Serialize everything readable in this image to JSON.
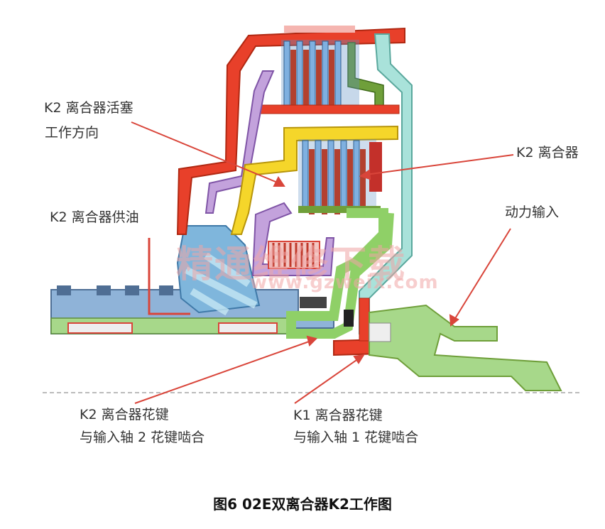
{
  "labels": {
    "piston_direction_1": "K2 离合器活塞",
    "piston_direction_2": "工作方向",
    "k2_clutch": "K2 离合器",
    "k2_oil_supply": "K2 离合器供油",
    "power_input": "动力输入",
    "k2_spline_1": "K2 离合器花键",
    "k2_spline_2": "与输入轴 2 花键啮合",
    "k1_spline_1": "K1 离合器花键",
    "k1_spline_2": "与输入轴 1 花键啮合"
  },
  "watermark": {
    "cn": "精通维修下载",
    "url": "www.gzweix.com"
  },
  "caption": "图6   02E双离合器K2工作图",
  "colors": {
    "red": "#e8402a",
    "yellow": "#f5d62a",
    "purple": "#b58fd0",
    "cyan_light": "#a9e2da",
    "green": "#8fd067",
    "green_dark": "#6f9f3a",
    "blue": "#8fb3d8",
    "blue_dark": "#5e8fc2",
    "arrow": "#d9453a"
  }
}
